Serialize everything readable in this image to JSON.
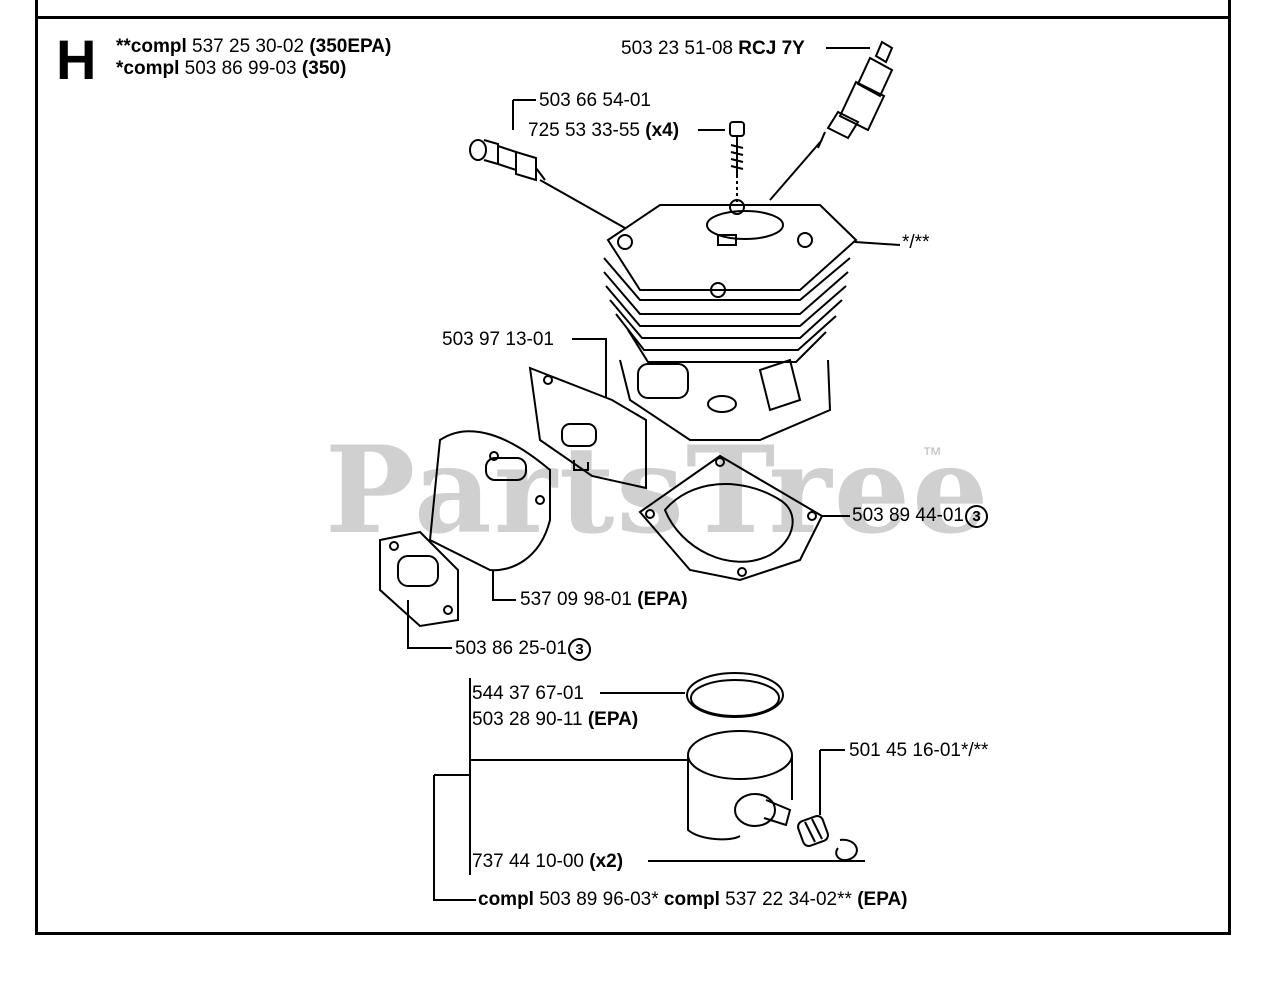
{
  "section": {
    "letter": "H"
  },
  "header": {
    "line1": {
      "prefix": "**compl",
      "part": "537 25 30-02",
      "suffix": "(350EPA)"
    },
    "line2": {
      "prefix": "*compl",
      "part": "503 86 99-03",
      "suffix": "(350)"
    }
  },
  "parts": {
    "spark_plug": {
      "number": "503 23 51-08",
      "note": "RCJ 7Y"
    },
    "decomp_valve": {
      "number": "503 66 54-01"
    },
    "screw": {
      "number": "725 53 33-55",
      "note": "(x4)"
    },
    "cylinder": {
      "mark": "*/**"
    },
    "gasket_intake": {
      "number": "503 97 13-01"
    },
    "base_gasket": {
      "number": "503 89 44-01",
      "circle": "3"
    },
    "heat_shield": {
      "number": "537 09 98-01",
      "note": "(EPA)"
    },
    "exhaust_gasket": {
      "number": "503 86 25-01",
      "circle": "3"
    },
    "piston_ring_1": {
      "number": "544 37 67-01"
    },
    "piston_ring_2": {
      "number": "503 28 90-11",
      "note": "(EPA)"
    },
    "needle_bearing": {
      "number": "501 45 16-01*/**"
    },
    "circlip": {
      "number": "737 44 10-00",
      "note": "(x2)"
    }
  },
  "footer": {
    "prefix1": "compl",
    "part1": "503 89 96-03*",
    "prefix2": "compl",
    "part2": "537 22 34-02**",
    "suffix": "(EPA)"
  },
  "watermark": {
    "text": "PartsTree",
    "tm": "™"
  }
}
